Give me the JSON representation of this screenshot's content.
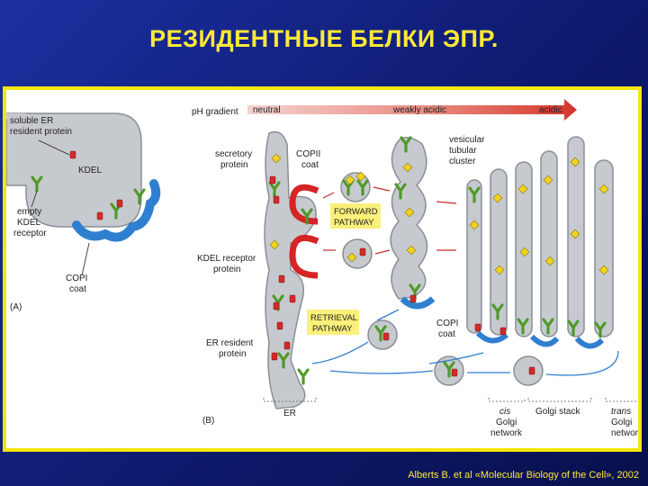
{
  "slide": {
    "title": "РЕЗИДЕНТНЫЕ БЕЛКИ ЭПР.",
    "citation": "Alberts B. et al «Molecular Biology of the Cell», 2002"
  },
  "panel_a": {
    "label": "(A)",
    "soluble": [
      "soluble ER",
      "resident protein"
    ],
    "kdel": "KDEL",
    "empty_receptor": [
      "empty",
      "KDEL",
      "receptor"
    ],
    "copi": [
      "COPI",
      "coat"
    ]
  },
  "panel_b": {
    "label": "(B)",
    "ph_gradient": "pH gradient",
    "ph_neutral": "neutral",
    "ph_weak": "weakly acidic",
    "ph_acidic": "acidic",
    "secretory": [
      "secretory",
      "protein"
    ],
    "copii": [
      "COPII",
      "coat"
    ],
    "vtc": [
      "vesicular",
      "tubular",
      "cluster"
    ],
    "forward": [
      "FORWARD",
      "PATHWAY"
    ],
    "kdel_receptor": [
      "KDEL receptor",
      "protein"
    ],
    "retrieval": [
      "RETRIEVAL",
      "PATHWAY"
    ],
    "copi": [
      "COPI",
      "coat"
    ],
    "er_resident": [
      "ER resident",
      "protein"
    ],
    "er": "ER",
    "cis": [
      "cis",
      "Golgi",
      "network"
    ],
    "stack": "Golgi stack",
    "trans": [
      "trans",
      "Golgi",
      "network"
    ]
  },
  "colors": {
    "membrane": "#c6cacf",
    "membrane_edge": "#8a8f96",
    "copi": "#2f7fd0",
    "copii": "#d42424",
    "receptor": "#5aa02c",
    "cargo": "#f1d21e",
    "resident": "#d42a2a"
  }
}
